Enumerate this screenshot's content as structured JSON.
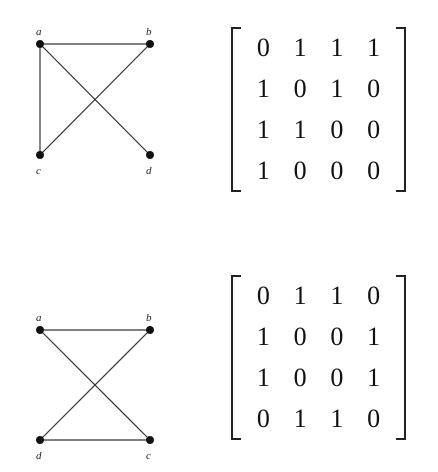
{
  "graph1": {
    "nodes": [
      {
        "id": "a",
        "label": "a"
      },
      {
        "id": "b",
        "label": "b"
      },
      {
        "id": "c",
        "label": "c"
      },
      {
        "id": "d",
        "label": "d"
      }
    ],
    "edges": [
      [
        "a",
        "b"
      ],
      [
        "a",
        "c"
      ],
      [
        "a",
        "d"
      ],
      [
        "b",
        "c"
      ]
    ]
  },
  "matrix1": {
    "rows": [
      [
        "0",
        "1",
        "1",
        "1"
      ],
      [
        "1",
        "0",
        "1",
        "0"
      ],
      [
        "1",
        "1",
        "0",
        "0"
      ],
      [
        "1",
        "0",
        "0",
        "0"
      ]
    ]
  },
  "graph2": {
    "nodes": [
      {
        "id": "a",
        "label": "a"
      },
      {
        "id": "b",
        "label": "b"
      },
      {
        "id": "d",
        "label": "d"
      },
      {
        "id": "c",
        "label": "c"
      }
    ],
    "edges": [
      [
        "a",
        "b"
      ],
      [
        "a",
        "c"
      ],
      [
        "b",
        "d"
      ],
      [
        "d",
        "c"
      ]
    ]
  },
  "matrix2": {
    "rows": [
      [
        "0",
        "1",
        "1",
        "0"
      ],
      [
        "1",
        "0",
        "0",
        "1"
      ],
      [
        "1",
        "0",
        "0",
        "1"
      ],
      [
        "0",
        "1",
        "1",
        "0"
      ]
    ]
  }
}
